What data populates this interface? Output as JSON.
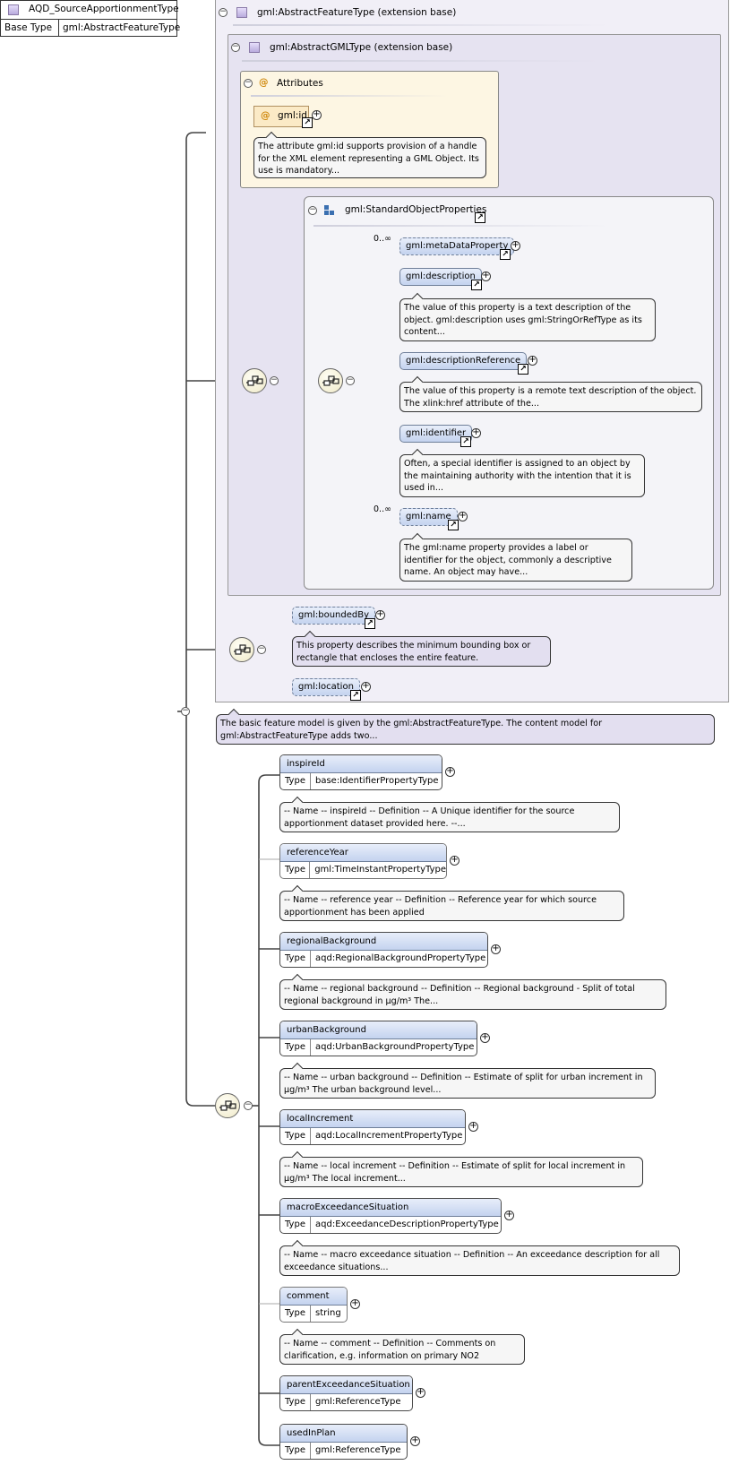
{
  "root": {
    "name": "AQD_SourceApportionmentType",
    "base_label": "Base Type",
    "base_value": "gml:AbstractFeatureType"
  },
  "abstract_feature": {
    "title": "gml:AbstractFeatureType (extension base)",
    "note": "The basic feature model is given by the gml:AbstractFeatureType. The content model for gml:AbstractFeatureType adds two..."
  },
  "abstract_gml": {
    "title": "gml:AbstractGMLType (extension base)"
  },
  "attributes": {
    "title": "Attributes",
    "id_label": "gml:id",
    "id_note": "The attribute gml:id supports provision of a handle for the XML element representing a GML Object. Its use is mandatory..."
  },
  "standard_props": {
    "title": "gml:StandardObjectProperties",
    "items": [
      {
        "label": "gml:metaDataProperty",
        "card": "0..∞",
        "note": ""
      },
      {
        "label": "gml:description",
        "card": "",
        "note": "The value of this property is a text description of the object. gml:description uses gml:StringOrRefType as its content..."
      },
      {
        "label": "gml:descriptionReference",
        "card": "",
        "note": "The value of this property is a remote text description of the object. The xlink:href attribute of the..."
      },
      {
        "label": "gml:identifier",
        "card": "",
        "note": "Often, a special identifier is assigned to an object by the maintaining authority with the intention that it is used in..."
      },
      {
        "label": "gml:name",
        "card": "0..∞",
        "note": "The gml:name property provides a label or identifier for the object, commonly a descriptive name. An object may have..."
      }
    ]
  },
  "feature_props": [
    {
      "label": "gml:boundedBy",
      "note": "This property describes the minimum bounding box or rectangle that encloses the entire feature."
    },
    {
      "label": "gml:location",
      "note": ""
    }
  ],
  "type_label": "Type",
  "elements": [
    {
      "name": "inspireId",
      "type": "base:IdentifierPropertyType",
      "note": "-- Name -- inspireId -- Definition -- A Unique identifier for the source apportionment dataset provided here. --..."
    },
    {
      "name": "referenceYear",
      "type": "gml:TimeInstantPropertyType",
      "note": "-- Name -- reference year -- Definition -- Reference year for which source apportionment has been applied"
    },
    {
      "name": "regionalBackground",
      "type": "aqd:RegionalBackgroundPropertyType",
      "note": "-- Name -- regional background -- Definition -- Regional background - Split of total regional background in μg/m³ The..."
    },
    {
      "name": "urbanBackground",
      "type": "aqd:UrbanBackgroundPropertyType",
      "note": "-- Name -- urban background -- Definition -- Estimate of split for urban increment in μg/m³ The urban background level..."
    },
    {
      "name": "localIncrement",
      "type": "aqd:LocalIncrementPropertyType",
      "note": "-- Name -- local increment -- Definition -- Estimate of split for local increment in μg/m³ The local increment..."
    },
    {
      "name": "macroExceedanceSituation",
      "type": "aqd:ExceedanceDescriptionPropertyType",
      "note": "-- Name -- macro exceedance situation -- Definition -- An exceedance description for all exceedance situations..."
    },
    {
      "name": "comment",
      "type": "string",
      "note": "-- Name -- comment -- Definition -- Comments on clarification, e.g. information on primary NO2"
    },
    {
      "name": "parentExceedanceSituation",
      "type": "gml:ReferenceType",
      "note": ""
    },
    {
      "name": "usedInPlan",
      "type": "gml:ReferenceType",
      "note": ""
    }
  ]
}
